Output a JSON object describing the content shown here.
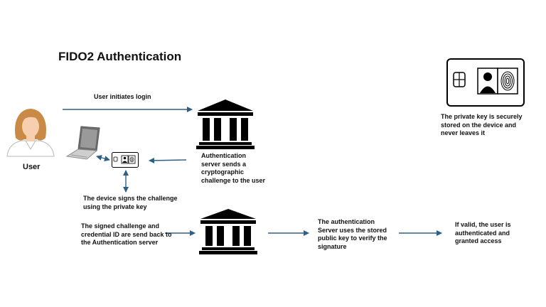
{
  "title": "FIDO2 Authentication",
  "user_label": "User",
  "step_login": "User initiates login",
  "step_challenge": [
    "Authentication",
    "server sends a",
    "cryptographic",
    "challenge to the user"
  ],
  "step_sign": [
    "The device signs the challenge",
    "using the private key"
  ],
  "step_send": [
    "The signed challenge and",
    "credential ID are send back to",
    "the Authentication server"
  ],
  "step_verify": [
    "The authentication",
    "Server uses the stored",
    "public  key to verify the",
    "signature"
  ],
  "step_result": [
    "If valid, the user is",
    "authenticated and",
    "granted access"
  ],
  "key_note": [
    "The private key is securely",
    "stored on the device and",
    "never leaves it"
  ],
  "colors": {
    "arrow": "#2e5f86",
    "icon": "#000000",
    "hair": "#c98a45",
    "skin": "#f7cfae"
  },
  "icons": [
    "user-avatar",
    "laptop-icon",
    "security-key-icon",
    "bank-server-icon",
    "smart-card-icon",
    "fingerprint-icon"
  ]
}
